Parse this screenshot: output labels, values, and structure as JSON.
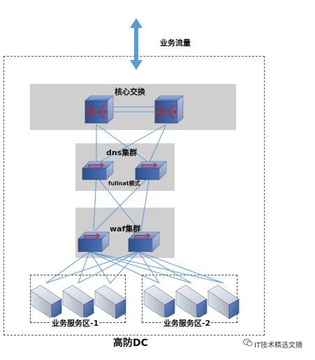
{
  "labels": {
    "traffic": "业务流量",
    "core": "核心交换",
    "dns": "dns集群",
    "fullnat": "fullnat模式",
    "waf": "waf集群",
    "zone1": "业务服务区-1",
    "zone2": "业务服务区-2",
    "dc": "高防DC",
    "watermark": "IT技术精选文摘"
  },
  "colors": {
    "arrow": "#5b9bd5",
    "link": "#5b9bd5",
    "panel": "#cfcfcf",
    "switch_top": "#6d8fc7",
    "switch_side": "#3d5e9a",
    "server_face": "#4a6fb0"
  },
  "icons": {
    "switch": "network-switch-icon",
    "server": "server-icon",
    "arrow": "double-arrow-icon",
    "watermark": "wechat-icon"
  }
}
